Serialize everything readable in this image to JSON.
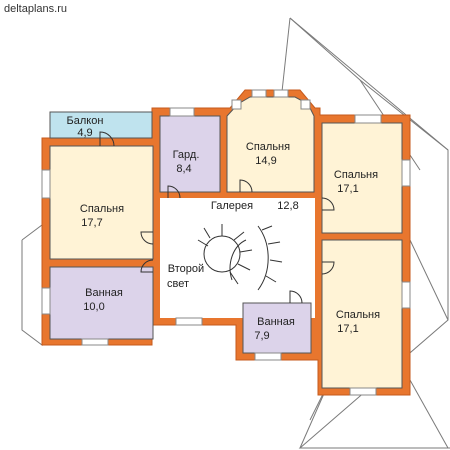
{
  "watermark": "deltaplans.ru",
  "colors": {
    "wall": "#e8762e",
    "wall_edge": "#c55a1c",
    "warm_room": "#fff3d6",
    "wet_room": "#dcd3ea",
    "closet": "#dcd3ea",
    "balcony": "#bfe3ee",
    "hall": "#ffffff",
    "window": "#ffffff",
    "roof_line": "#7a7a7a"
  },
  "rooms": {
    "balcony": {
      "name": "Балкон",
      "area": "4,9"
    },
    "closet": {
      "name": "Гард.",
      "area": "8,4"
    },
    "bedroom_top": {
      "name": "Спальня",
      "area": "14,9"
    },
    "bedroom_left": {
      "name": "Спальня",
      "area": "17,7"
    },
    "bedroom_right_top": {
      "name": "Спальня",
      "area": "17,1"
    },
    "bedroom_right_bottom": {
      "name": "Спальня",
      "area": "17,1"
    },
    "gallery": {
      "name": "Галерея",
      "area": "12,8"
    },
    "second_light": {
      "line1": "Второй",
      "line2": "свет"
    },
    "bath_left": {
      "name": "Ванная",
      "area": "10,0"
    },
    "bath_center": {
      "name": "Ванная",
      "area": "7,9"
    }
  }
}
